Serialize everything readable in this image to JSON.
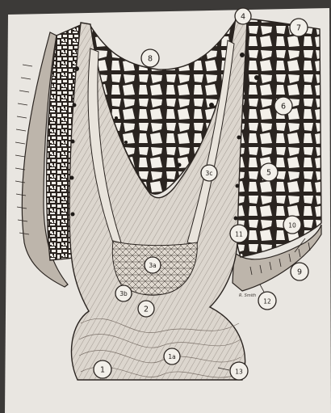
{
  "figure": {
    "description_free": true,
    "callouts": [
      {
        "id": "c1",
        "text": "1"
      },
      {
        "id": "c1a",
        "text": "1a"
      },
      {
        "id": "c2",
        "text": "2"
      },
      {
        "id": "c3a",
        "text": "3a"
      },
      {
        "id": "c3b",
        "text": "3b"
      },
      {
        "id": "c3c",
        "text": "3c"
      },
      {
        "id": "c4",
        "text": "4"
      },
      {
        "id": "c5",
        "text": "5"
      },
      {
        "id": "c6",
        "text": "6"
      },
      {
        "id": "c7",
        "text": "7"
      },
      {
        "id": "c8",
        "text": "8"
      },
      {
        "id": "c9",
        "text": "9"
      },
      {
        "id": "c10",
        "text": "10"
      },
      {
        "id": "c11",
        "text": "11"
      },
      {
        "id": "c12",
        "text": "12"
      },
      {
        "id": "c13",
        "text": "13"
      }
    ],
    "artist_signature": "R. Smith",
    "colors": {
      "background": "#3c3a38",
      "page": "#e9e6e1",
      "tooth": "#d8d2cb",
      "bone_fill": "#2a2420",
      "outline": "#2a2420"
    }
  }
}
